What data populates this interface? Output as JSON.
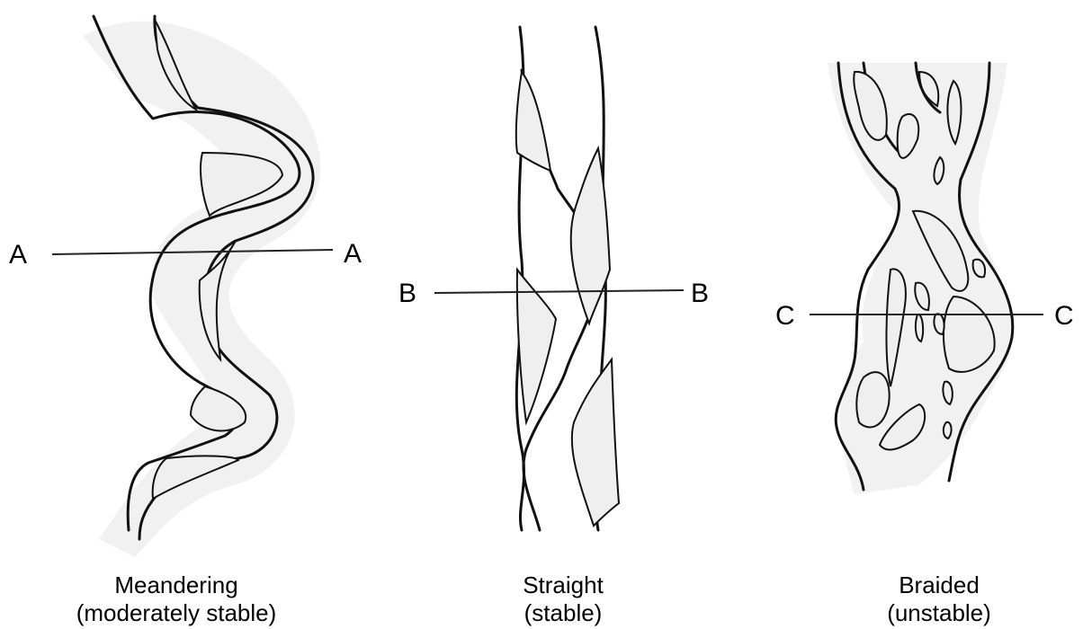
{
  "panels": [
    {
      "id": "meandering",
      "line_start": "A",
      "line_end": "A",
      "name": "Meandering",
      "stability": "(moderately stable)"
    },
    {
      "id": "straight",
      "line_start": "B",
      "line_end": "B",
      "name": "Straight",
      "stability": "(stable)"
    },
    {
      "id": "braided",
      "line_start": "C",
      "line_end": "C",
      "name": "Braided",
      "stability": "(unstable)"
    }
  ],
  "colors": {
    "ink": "#111111",
    "sediment": "#efefef",
    "background": "#ffffff"
  }
}
